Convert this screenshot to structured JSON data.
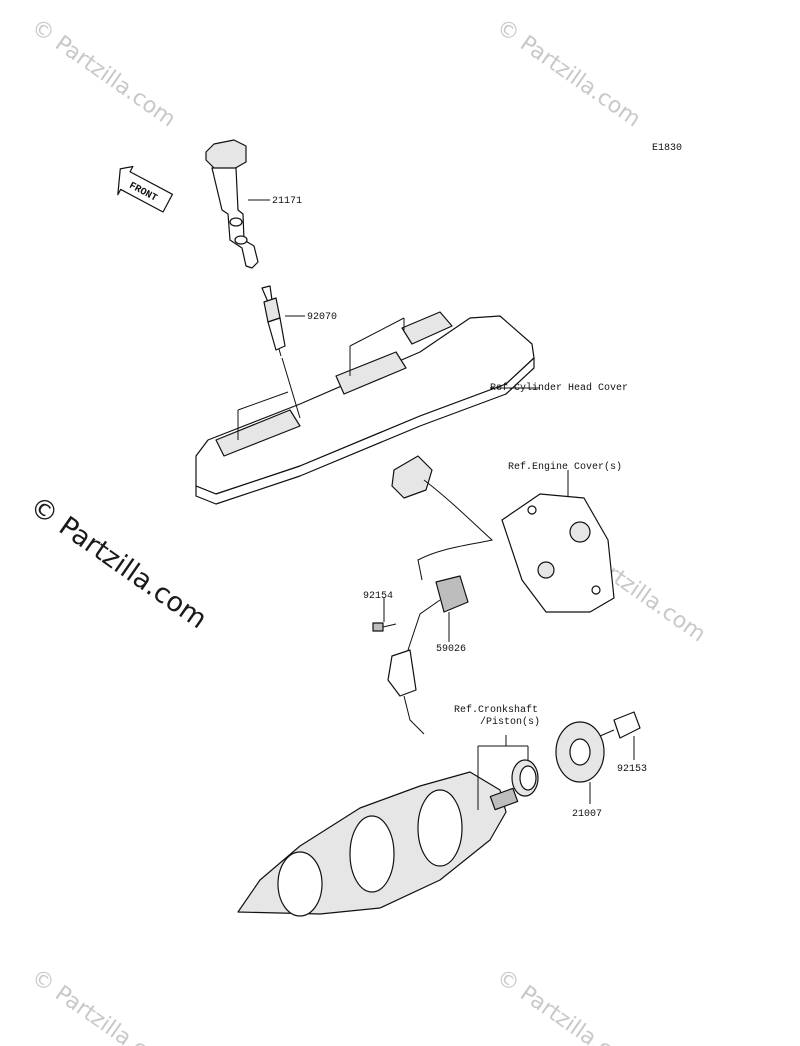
{
  "diagram": {
    "code": "E1830",
    "front_label": "FRONT",
    "watermark_small": "© Partzilla.com",
    "watermark_big": "© Partzilla.com",
    "parts": {
      "ignition_coil": "21171",
      "spark_plug": "92070",
      "ref_cylinder_head_cover": "Ref.Cylinder Head Cover",
      "ref_engine_cover": "Ref.Engine Cover(s)",
      "bolt_sensor": "92154",
      "pickup_sensor": "59026",
      "ref_crankshaft_line1": "Ref.Cronkshaft",
      "ref_crankshaft_line2": "/Piston(s)",
      "rotor_bolt": "92153",
      "timing_rotor": "21007"
    }
  }
}
